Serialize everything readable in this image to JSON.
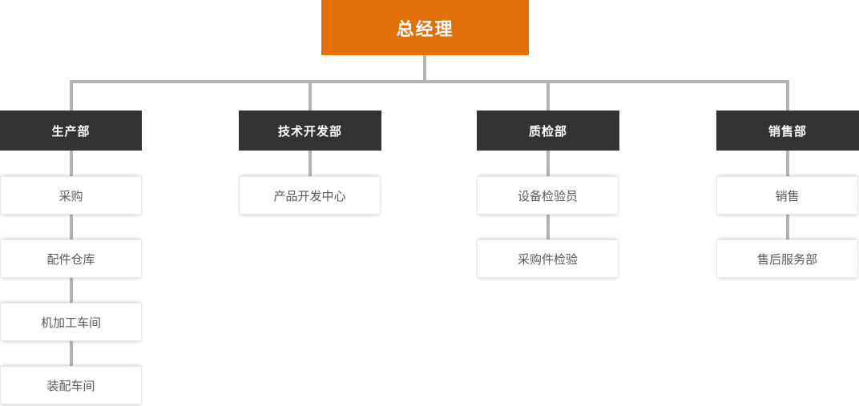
{
  "diagram": {
    "type": "org-chart",
    "root": {
      "label": "总经理"
    },
    "departments": [
      {
        "label": "生产部",
        "children": [
          {
            "label": "采购"
          },
          {
            "label": "配件仓库"
          },
          {
            "label": "机加工车间"
          },
          {
            "label": "装配车间"
          }
        ]
      },
      {
        "label": "技术开发部",
        "children": [
          {
            "label": "产品开发中心"
          }
        ]
      },
      {
        "label": "质检部",
        "children": [
          {
            "label": "设备检验员"
          },
          {
            "label": "采购件检验"
          }
        ]
      },
      {
        "label": "销售部",
        "children": [
          {
            "label": "销售"
          },
          {
            "label": "售后服务部"
          }
        ]
      }
    ],
    "colors": {
      "root_background": "#e1700a",
      "department_background": "#333333",
      "connector": "#b3b3b3",
      "sub_border": "#e7e7e7",
      "sub_text": "#595959",
      "root_text": "#ffffff",
      "department_text": "#ffffff"
    }
  }
}
